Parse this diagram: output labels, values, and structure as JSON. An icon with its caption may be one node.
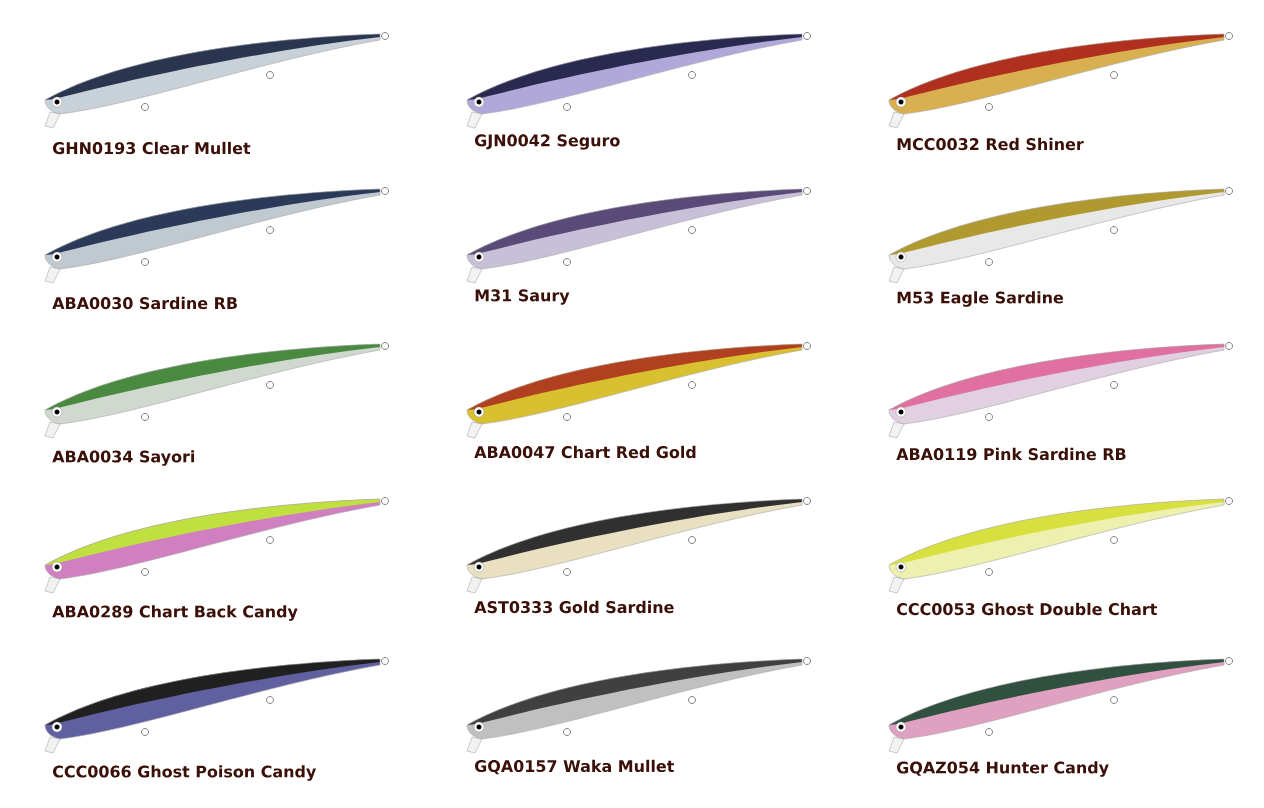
{
  "diagram": {
    "labels": [
      "GHN0193 Clear Mullet",
      "GJN0042 Seguro",
      "MCC0032 Red Shiner",
      "ABA0030 Sardine RB",
      "M31 Saury",
      "M53 Eagle Sardine",
      "ABA0034 Sayori",
      "ABA0047 Chart Red Gold",
      "ABA0119 Pink Sardine RB",
      "ABA0289 Chart Back Candy",
      "AST0333 Gold Sardine",
      "CCC0053 Ghost Double Chart",
      "CCC0066 Ghost Poison Candy",
      "GQA0157 Waka Mullet",
      "GQAZ054 Hunter Candy"
    ]
  }
}
